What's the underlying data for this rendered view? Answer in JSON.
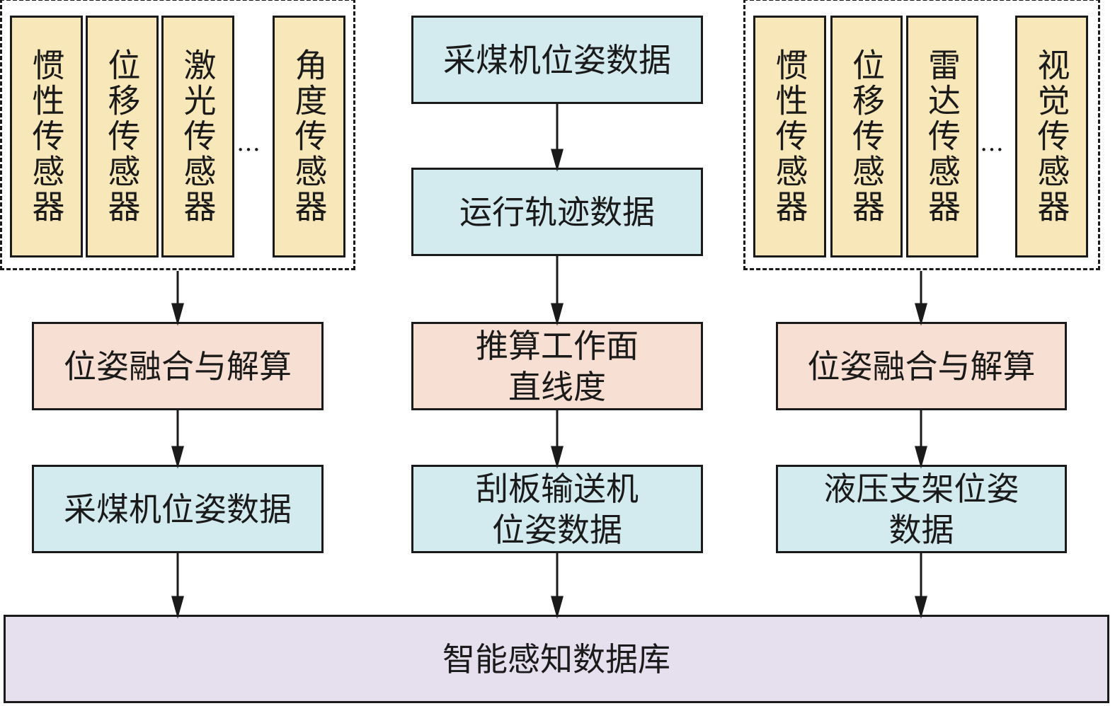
{
  "colors": {
    "sensor_fill": "#f8e7b8",
    "data_fill": "#d3ebee",
    "process_fill": "#f8dfd3",
    "database_fill": "#e6dfee",
    "stroke": "#1a1a1a"
  },
  "left_group": {
    "sensors": [
      "惯性传感器",
      "位移传感器",
      "激光传感器",
      "角度传感器"
    ],
    "ellipsis": "…",
    "process": "位姿融合与解算",
    "output": "采煤机位姿数据"
  },
  "center_column": {
    "input": "采煤机位姿数据",
    "trajectory": "运行轨迹数据",
    "process": "推算工作面\n直线度",
    "output": "刮板输送机\n位姿数据"
  },
  "right_group": {
    "sensors": [
      "惯性传感器",
      "位移传感器",
      "雷达传感器",
      "视觉传感器"
    ],
    "ellipsis": "…",
    "process": "位姿融合与解算",
    "output": "液压支架位姿\n数据"
  },
  "database": "智能感知数据库"
}
